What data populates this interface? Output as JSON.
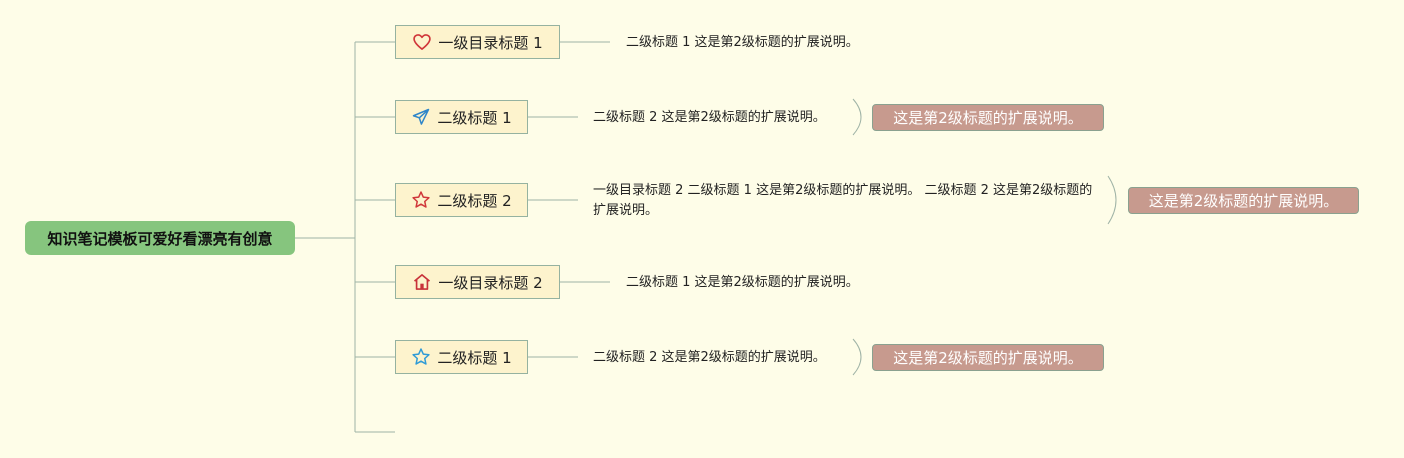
{
  "root": {
    "label": "知识笔记模板可爱好看漂亮有创意"
  },
  "branches": [
    {
      "label": "一级目录标题 1",
      "icon": "heart-icon",
      "desc": "二级标题 1 这是第2级标题的扩展说明。",
      "tag": ""
    },
    {
      "label": "二级标题 1",
      "icon": "paper-plane-icon",
      "desc": "二级标题 2 这是第2级标题的扩展说明。",
      "tag": "这是第2级标题的扩展说明。"
    },
    {
      "label": "二级标题 2",
      "icon": "star-icon",
      "desc": "一级目录标题 2 二级标题 1 这是第2级标题的扩展说明。 二级标题 2 这是第2级标题的扩展说明。",
      "tag": "这是第2级标题的扩展说明。"
    },
    {
      "label": "一级目录标题 2",
      "icon": "house-icon",
      "desc": "二级标题 1 这是第2级标题的扩展说明。",
      "tag": ""
    },
    {
      "label": "二级标题 1",
      "icon": "star-outline-icon",
      "desc": "二级标题 2 这是第2级标题的扩展说明。",
      "tag": "这是第2级标题的扩展说明。"
    }
  ],
  "colors": {
    "background": "#fefde8",
    "root_fill": "#86c57e",
    "node_fill": "#fdf3cd",
    "node_border": "#95b2a0",
    "tag_fill": "#c79a8e",
    "connector": "#9fb3a6",
    "heart": "#d0363a",
    "plane": "#2f86c9",
    "star_red": "#d0363a",
    "house": "#c8323a",
    "star_blue": "#2f9bd6"
  }
}
